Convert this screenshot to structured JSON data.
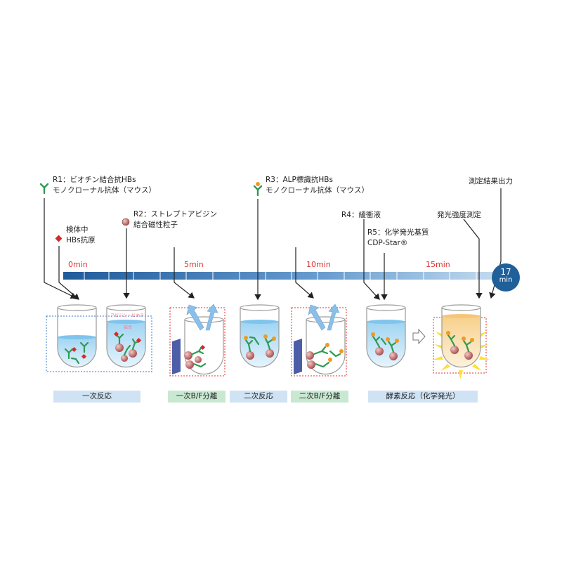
{
  "reagents": {
    "r1_line1": "R1：ビオチン結合抗HBs",
    "r1_line2": "モノクローナル抗体（マウス）",
    "sample_line1": "検体中",
    "sample_line2": "HBs抗原",
    "r2_line1": "R2：ストレプトアビジン",
    "r2_line2": "結合磁性粒子",
    "r3_line1": "R3：ALP標識抗HBs",
    "r3_line2": "モノクローナル抗体（マウス）",
    "r4": "R4：緩衝液",
    "r5_line1": "R5：化学発光基質",
    "r5_line2": "CDP-Star®",
    "measure": "発光強度測定",
    "output": "測定結果出力"
  },
  "timeline": {
    "ticks": [
      "0min",
      "5min",
      "10min",
      "15min"
    ],
    "end_value": "17",
    "end_unit": "min"
  },
  "tube_text": {
    "line1": "アビジン・ビオチ",
    "line2": "結合"
  },
  "phases": [
    "一次反応",
    "一次B/F分離",
    "二次反応",
    "二次B/F分離",
    "酵素反応（化学発光）"
  ],
  "colors": {
    "timeline": "#2a67a8",
    "accent_red": "#e0302f",
    "liquid_blue": "#7fc4ec",
    "liquid_yellow": "#f8d79a",
    "antibody_green": "#2f9a55",
    "alp_orange": "#f09a20",
    "particle": "#b85a5a",
    "magnet": "#4d5ea8",
    "glow": "#ffe033"
  }
}
